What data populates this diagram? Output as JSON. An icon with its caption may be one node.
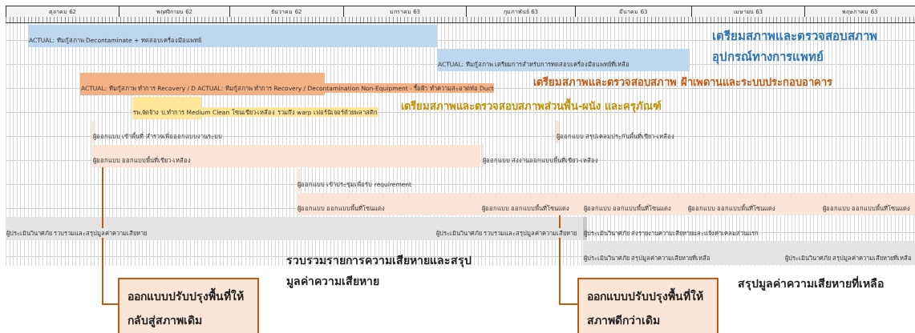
{
  "diagram": {
    "nodes": [
      {
        "text": [
          "ACTUAL: ทีมกู้สภาพ Decontaminate + ทดสอบเครื่องมือแพทย์"
        ]
      },
      {
        "text": [
          "ACTUAL: ทีมกู้สภาพ เตรียมการสำหรับการทดสอบเครื่องมือแพทย์ที่เหลือ"
        ]
      },
      {
        "text": [
          "ACTUAL: ทีมกู้สภาพ ทำการ Recovery / D",
          "ACTUAL: ทีมกู้สภาพ ทำการ Recovery / Decontamination Non-Equipment - รื้อฝ้า ทำความสะอาดท่อ Duct"
        ]
      },
      {
        "text": [
          "รพ.จัดจ้าง บ.ทำการ Medium Clean โซนเขียว-เหลือง รวมถึง warp เฟอร์นิเจอร์ด้วยพลาสติก"
        ]
      },
      {
        "text": [
          "ผู้ออกแบบ เข้าพื้นที่ สำรวจเพื่อออกแบบงานระบบ"
        ]
      },
      {
        "text": [
          "ผู้ออกแบบ สรุปเคลมประกันพื้นที่เขียว-เหลือง"
        ]
      },
      {
        "text": [
          "ผู้ออกแบบ ออกแบบพื้นที่เขียว-เหลือง"
        ]
      },
      {
        "text": [
          "ผู้ออกแบบ ส่งงานออกแบบพื้นที่เขียว-เหลือง"
        ]
      },
      {
        "text": [
          "ผู้ออกแบบ เข้าประชุมเพื่อรับ requirement"
        ]
      },
      {
        "text": [
          "ผู้ออกแบบ ออกแบบพื้นที่โซนแดง"
        ]
      },
      {
        "text": [
          "ผู้ออกแบบ ออกแบบพื้นที่โซนแดง"
        ]
      },
      {
        "text": [
          "ผู้ออกแบบ ออกแบบพื้นที่โซนแดง"
        ]
      },
      {
        "text": [
          "ผู้ออกแบบ ออกแบบพื้นที่โซนแดง"
        ]
      },
      {
        "text": [
          "ผู้ออกแบบ ออกแบบพื้นที่โซนแดง"
        ]
      },
      {
        "text": [
          "ผู้ประเมินวินาศภัย รวบรวมและสรุปมูลค่าความเสียหาย"
        ]
      },
      {
        "text": [
          "ผู้ประเมินวินาศภัย รวบรวมและสรุปมูลค่าความเสียหาย"
        ]
      },
      {
        "text": [
          "ผู้ประเมินวินาศภัย ส่งรายงานความเสียหายและแจ้งค่าเคลมส่วนแรก"
        ]
      },
      {
        "text": [
          "ผู้ประเมินวินาศภัย สรุปมูลค่าความเสียหายที่เหลือ"
        ]
      },
      {
        "text": [
          "ผู้ประเมินวินาศภัย สรุปมูลค่าความเสียหายที่เหลือ"
        ]
      },
      {
        "text": [
          "ออกแบบปรับปรุงพื้นที่ให้กลับสู่สภาพเดิม"
        ]
      },
      {
        "text": [
          "ออกแบบปรับปรุงพื้นที่ให้สภาพดีกว่าเดิม"
        ]
      }
    ],
    "edges": [
      {
        "from": 19,
        "to": 6,
        "arrow": "none"
      },
      {
        "from": 20,
        "to": 10,
        "arrow": "none"
      }
    ],
    "labels": [
      "ตุลาคม 62",
      "พฤศจิกายน 62",
      "ธันวาคม 62",
      "มกราคม 63",
      "กุมภาพันธ์ 63",
      "มีนาคม 63",
      "เมษายน 63",
      "พฤษภาคม 63",
      "เตรียมสภาพและตรวจสอบสภาพอุปกรณ์ทางการแพทย์",
      "เตรียมสภาพและตรวจสอบสภาพ ฝ้าเพดานและระบบประกอบอาคาร",
      "เตรียมสภาพและตรวจสอบสภาพส่วนพื้น-ผนัง และครุภัณฑ์",
      "รวบรวมรายการความเสียหายและสรุปมูลค่าความเสียหาย",
      "สรุปมูลค่าความเสียหายที่เหลือ"
    ]
  }
}
